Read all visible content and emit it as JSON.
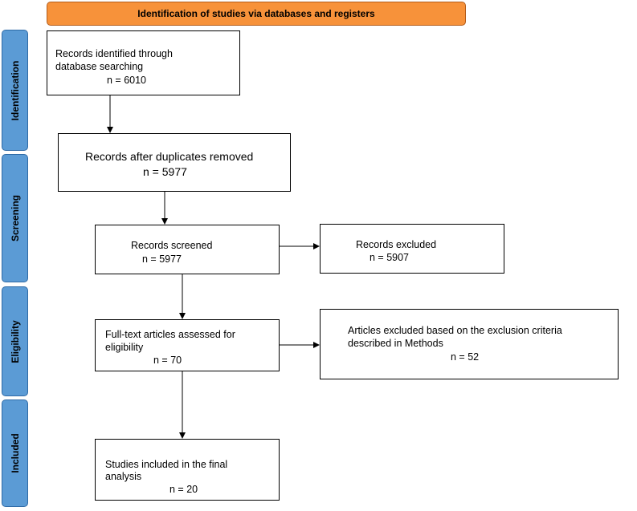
{
  "header": {
    "title": "Identification of studies via databases and registers"
  },
  "stages": {
    "identification": "Identification",
    "screening": "Screening",
    "eligibility": "Eligibility",
    "included": "Included"
  },
  "boxes": {
    "identified": {
      "line1": "Records identified through",
      "line2": "database searching",
      "count": "n = 6010"
    },
    "dedup": {
      "line1": "Records after duplicates removed",
      "count": "n = 5977"
    },
    "screened": {
      "line1": "Records screened",
      "count": "n = 5977"
    },
    "excluded": {
      "line1": "Records excluded",
      "count": "n = 5907"
    },
    "fulltext": {
      "line1": "Full-text articles assessed for",
      "line2": "eligibility",
      "count": "n = 70"
    },
    "ft_excluded": {
      "line1": "Articles excluded based on the exclusion criteria",
      "line2": "described in Methods",
      "count": "n = 52"
    },
    "included": {
      "line1": "Studies included in the final",
      "line2": "analysis",
      "count": "n = 20"
    }
  }
}
